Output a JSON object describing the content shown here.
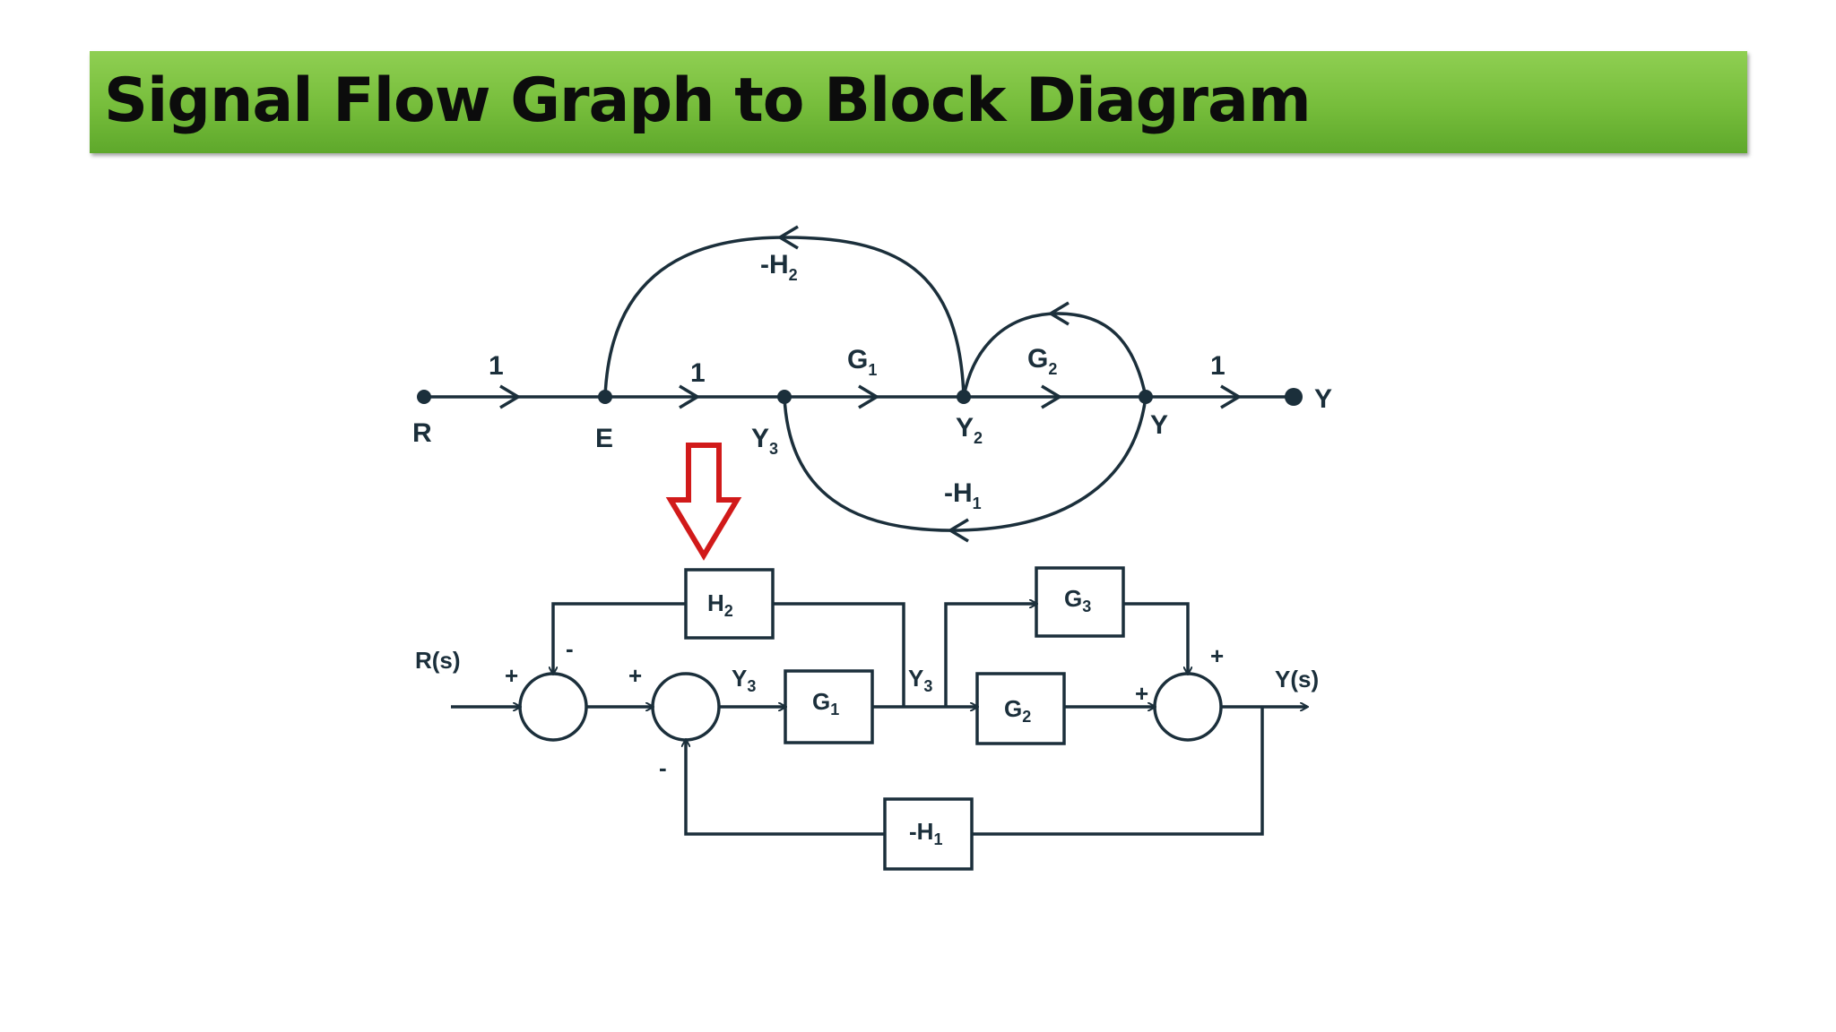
{
  "slide": {
    "title": "Signal Flow Graph to Block Diagram"
  },
  "signal_flow_graph": {
    "nodes": [
      "R",
      "E",
      "Y",
      "Y",
      "Y",
      "Y"
    ],
    "node_labels": {
      "R": "R",
      "E": "E",
      "Y3_main": "Y",
      "Y3_sub": "3",
      "Y2_main": "Y",
      "Y2_sub": "2",
      "Y_out_node": "Y",
      "Y_end": "Y"
    },
    "branch_gains": {
      "r_e": "1",
      "e_y3": "1",
      "g1_main": "G",
      "g1_sub": "1",
      "g2_main": "G",
      "g2_sub": "2",
      "y_yend": "1",
      "h2_main": "-H",
      "h2_sub": "2",
      "h1_main": "-H",
      "h1_sub": "1"
    }
  },
  "block_diagram": {
    "input_label": "R(s)",
    "output_label": "Y(s)",
    "blocks": {
      "h2_main": "H",
      "h2_sub": "2",
      "g1_main": "G",
      "g1_sub": "1",
      "g2_main": "G",
      "g2_sub": "2",
      "g3_main": "G",
      "g3_sub": "3",
      "h1_main": "-H",
      "h1_sub": "1"
    },
    "signals": {
      "y3_a_main": "Y",
      "y3_a_sub": "3",
      "y3_b_main": "Y",
      "y3_b_sub": "3"
    },
    "signs": {
      "sum1_in": "+",
      "sum1_fb": "-",
      "sum2_in": "+",
      "sum2_fb": "-",
      "sum3_top": "+",
      "sum3_left": "+"
    }
  },
  "colors": {
    "title_bar": "#76bd3b",
    "diagram_stroke": "#1b2f3b",
    "arrow_outline": "#d11a1a"
  }
}
